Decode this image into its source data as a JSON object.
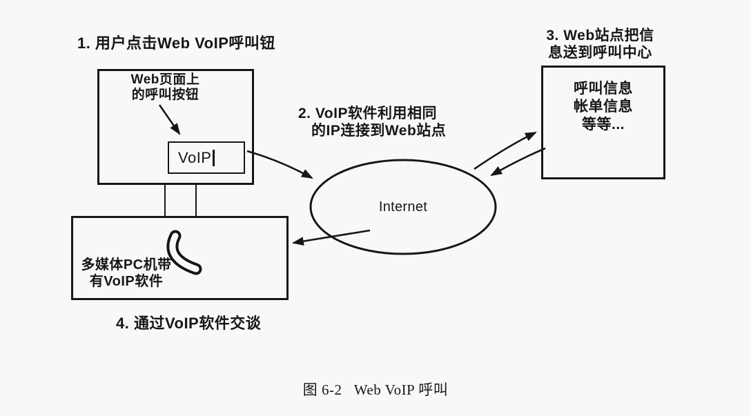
{
  "figure": {
    "caption": "图 6-2   Web VoIP 呼叫"
  },
  "steps": {
    "step1": "1. 用户点击Web VoIP呼叫钮",
    "step2": "2. VoIP软件利用相同\n   的IP连接到Web站点",
    "step3": "3. Web站点把信\n息送到呼叫中心",
    "step4": "4. 通过VoIP软件交谈"
  },
  "monitor": {
    "note": "Web页面上\n的呼叫按钮",
    "button_label": "VoIP"
  },
  "internet": {
    "label": "Internet"
  },
  "call_center": {
    "info": "呼叫信息\n帐单信息\n等等..."
  },
  "pc": {
    "label": "多媒体PC机带\n有VoIP软件"
  },
  "icons": {
    "handset": "phone-handset-icon",
    "cursor": "text-cursor"
  },
  "colors": {
    "background": "#f8f8f6",
    "ink": "#161616"
  }
}
